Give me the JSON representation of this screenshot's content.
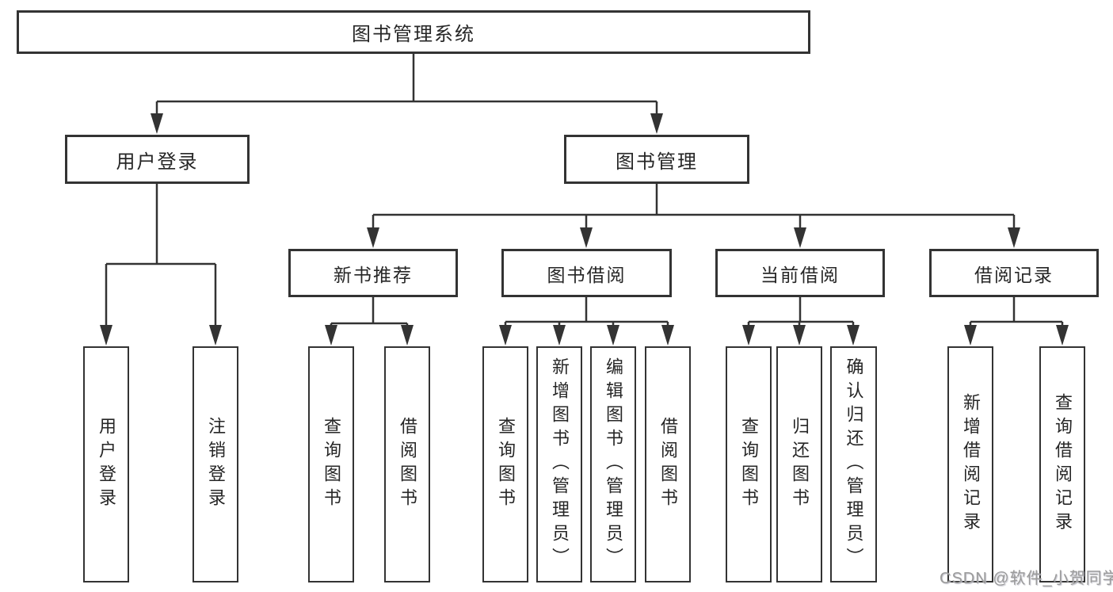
{
  "root": {
    "label": "图书管理系统"
  },
  "level2": [
    {
      "label": "用户登录"
    },
    {
      "label": "图书管理"
    }
  ],
  "level3": [
    {
      "label": "新书推荐"
    },
    {
      "label": "图书借阅"
    },
    {
      "label": "当前借阅"
    },
    {
      "label": "借阅记录"
    }
  ],
  "leaves": {
    "user_login": [
      {
        "label": "用户登录"
      },
      {
        "label": "注销登录"
      }
    ],
    "new_book": [
      {
        "label": "查询图书"
      },
      {
        "label": "借阅图书"
      }
    ],
    "book_borrow": [
      {
        "label": "查询图书"
      },
      {
        "label": "新增图书（管理员）"
      },
      {
        "label": "编辑图书（管理员）"
      },
      {
        "label": "借阅图书"
      }
    ],
    "current_borrow": [
      {
        "label": "查询图书"
      },
      {
        "label": "归还图书"
      },
      {
        "label": "确认归还（管理员）"
      }
    ],
    "borrow_record": [
      {
        "label": "新增借阅记录"
      },
      {
        "label": "查询借阅记录"
      }
    ]
  },
  "watermark": {
    "text": "CSDN @软件_小贺同学"
  },
  "colors": {
    "line": "#333333",
    "text": "#262626",
    "background": "#ffffff",
    "watermark": "#9b9b9b"
  }
}
